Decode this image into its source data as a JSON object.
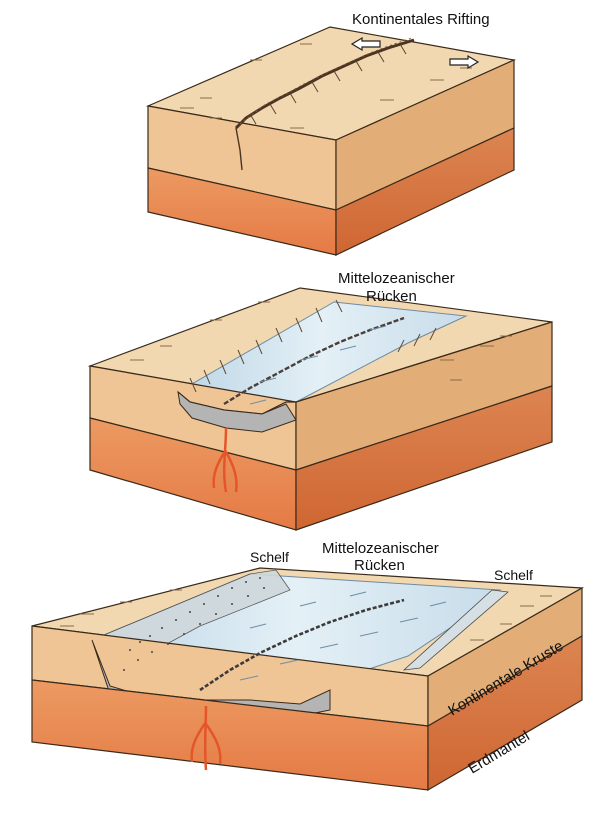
{
  "labels": {
    "rifting": "Kontinentales Rifting",
    "ridge_mid_1": "Mittelozeanischer",
    "ridge_mid_2": "Rücken",
    "ridge_bottom_1": "Mittelozeanischer",
    "ridge_bottom_2": "Rücken",
    "shelf_left": "Schelf",
    "shelf_right": "Schelf",
    "crust": "Kontinentale Kruste",
    "mantle": "Erdmantel"
  },
  "colors": {
    "crust_top": "#f1d6ad",
    "crust_front": "#efc595",
    "crust_side": "#e2ac77",
    "mantle_front": "#e9884f",
    "mantle_side": "#d46e3c",
    "ocean": "#cfe3ee",
    "ocean_dark": "#a9c6d8",
    "magma": "#e4562a",
    "outline": "#3a2a1a"
  }
}
